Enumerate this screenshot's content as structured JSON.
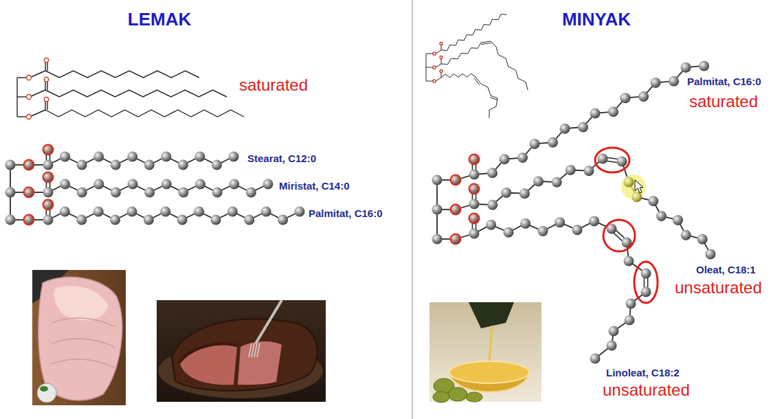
{
  "diagram": {
    "labels": [
      "LEMAK",
      "saturated",
      "Stearat, C12:0",
      "Miristat, C14:0",
      "Palmitat, C16:0",
      "MINYAK",
      "Palmitat, C16:0",
      "saturated",
      "Oleat, C18:1",
      "unsaturated",
      "Linoleat, C18:2",
      "unsaturated"
    ]
  }
}
